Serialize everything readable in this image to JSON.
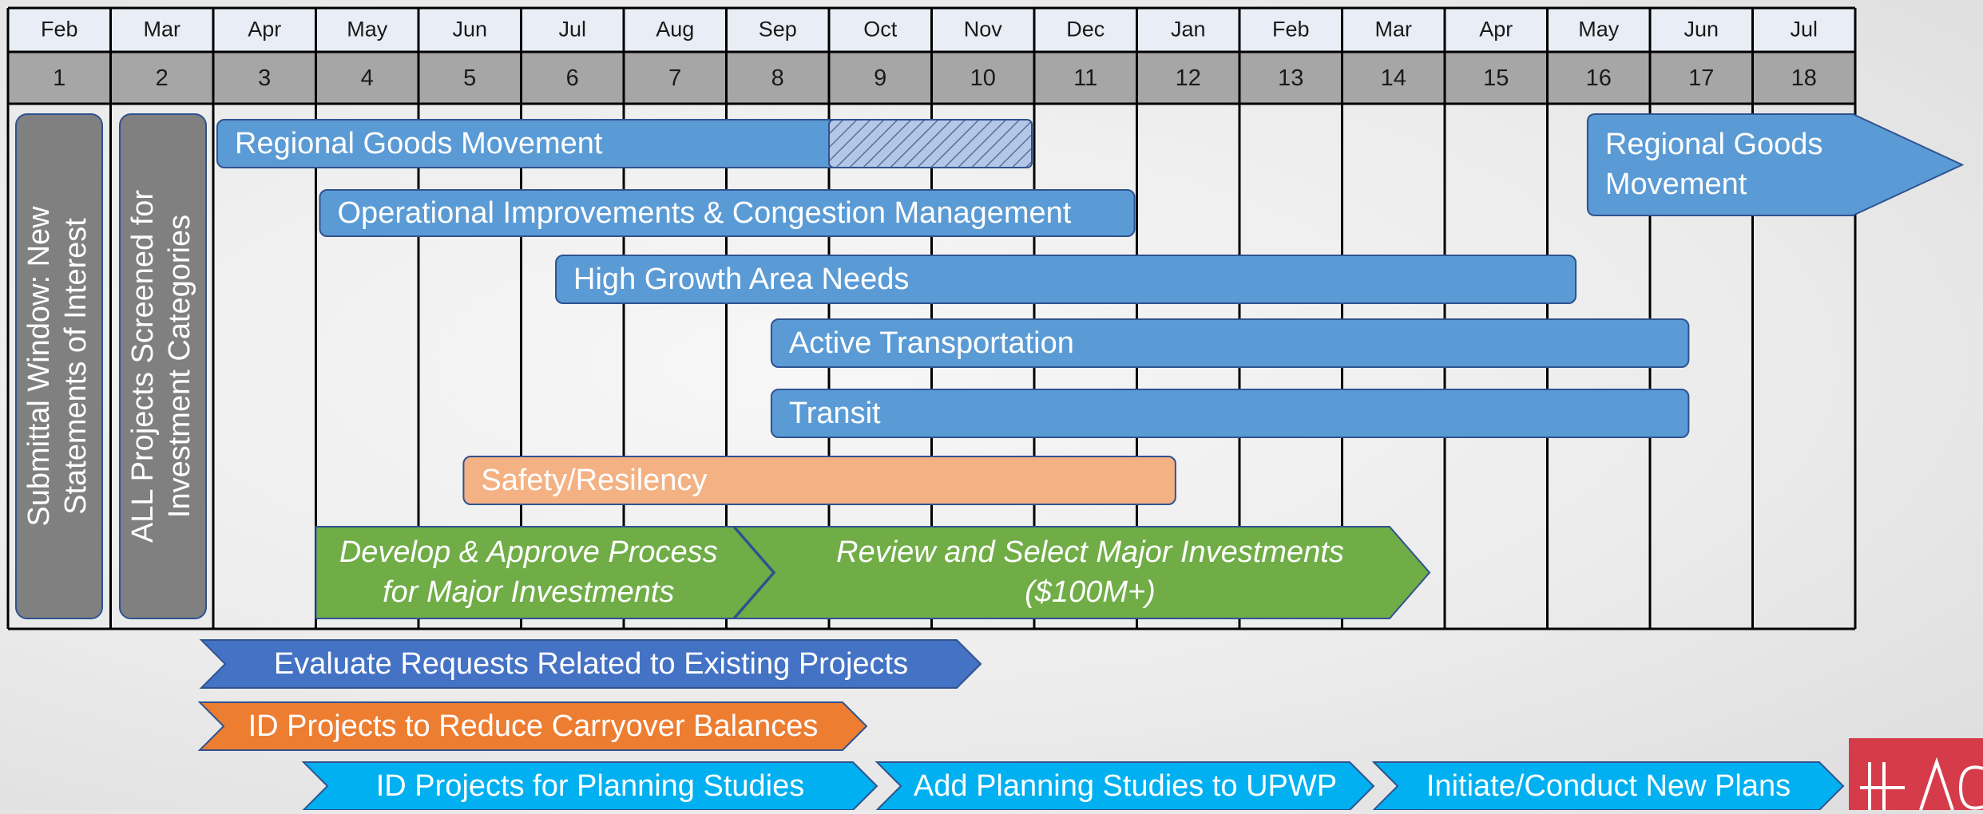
{
  "timeline": {
    "months": [
      "Feb",
      "Mar",
      "Apr",
      "May",
      "Jun",
      "Jul",
      "Aug",
      "Sep",
      "Oct",
      "Nov",
      "Dec",
      "Jan",
      "Feb",
      "Mar",
      "Apr",
      "May",
      "Jun",
      "Jul"
    ],
    "numbers": [
      "1",
      "2",
      "3",
      "4",
      "5",
      "6",
      "7",
      "8",
      "9",
      "10",
      "11",
      "12",
      "13",
      "14",
      "15",
      "16",
      "17",
      "18"
    ]
  },
  "colors": {
    "blue": "#5b9bd5",
    "blue_dark": "#4472c4",
    "orange": "#ed7d31",
    "peach": "#f4b183",
    "green": "#70ad47",
    "cyan": "#00b0f0",
    "gray": "#808080",
    "outline": "#2f528f",
    "logo": "#d63b4a"
  },
  "vertical_boxes": [
    {
      "lines": [
        "Submittal Window: New",
        "Statements of Interest"
      ]
    },
    {
      "lines": [
        "ALL Projects Screened for",
        "Investment Categories"
      ]
    }
  ],
  "bars": [
    {
      "label": "Regional Goods Movement",
      "color": "blue",
      "start": 3,
      "end": 10,
      "hatched_start": 9
    },
    {
      "label": "Operational Improvements & Congestion Management",
      "color": "blue",
      "start": 4,
      "end": 11
    },
    {
      "label": "High Growth Area Needs",
      "color": "blue",
      "start": 6.3,
      "end": 15.3
    },
    {
      "label": "Active Transportation",
      "color": "blue",
      "start": 8.4,
      "end": 16.4
    },
    {
      "label": "Transit",
      "color": "blue",
      "start": 8.4,
      "end": 16.4
    },
    {
      "label": "Safety/Resilency",
      "color": "peach",
      "start": 5.4,
      "end": 11.4
    }
  ],
  "goods_arrow": {
    "lines": [
      "Regional Goods",
      "Movement"
    ],
    "color": "blue",
    "start": 16.4,
    "end": 19.1
  },
  "major_investments": [
    {
      "lines": [
        "Develop & Approve Process",
        "for Major Investments"
      ],
      "color": "green",
      "start": 4,
      "end": 8.5
    },
    {
      "lines": [
        "Review and Select Major Investments",
        "($100M+)"
      ],
      "color": "green",
      "start": 8.1,
      "end": 14.8
    }
  ],
  "lower_chevrons": [
    {
      "label": "Evaluate Requests Related to Existing Projects",
      "color": "blue_dark",
      "start": 3,
      "end": 10.5,
      "row": 0
    },
    {
      "label": "ID Projects to Reduce Carryover Balances",
      "color": "orange",
      "start": 3,
      "end": 9.4,
      "row": 1
    },
    {
      "label": "ID Projects for Planning Studies",
      "color": "cyan",
      "start": 4,
      "end": 9.5,
      "row": 2
    },
    {
      "label": "Add Planning Studies to UPWP",
      "color": "cyan",
      "start": 9.5,
      "end": 14.3,
      "row": 2
    },
    {
      "label": "Initiate/Conduct New Plans",
      "color": "cyan",
      "start": 14.3,
      "end": 18.8,
      "row": 2
    }
  ]
}
